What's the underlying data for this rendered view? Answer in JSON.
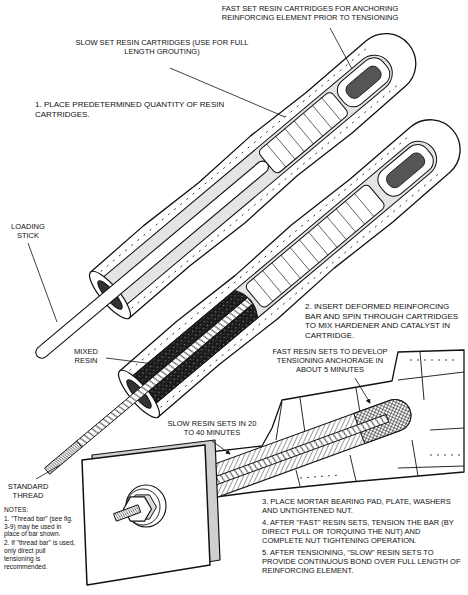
{
  "diagram": {
    "labels": [
      "FAST SET RESIN CARTRIDGES FOR ANCHORING REINFORCING ELEMENT PRIOR TO TENSIONING",
      "SLOW SET RESIN CARTRIDGES (USE FOR FULL LENGTH GROUTING)",
      "1. PLACE PREDETERMINED QUANTITY OF RESIN CARTRIDGES.",
      "LOADING STICK",
      "MIXED RESIN",
      "2. INSERT DEFORMED REINFORCING BAR AND SPIN THROUGH CARTRIDGES TO MIX HARDENER AND CATALYST IN CARTRIDGE.",
      "FAST RESIN SETS TO DEVELOP TENSIONING ANCHORAGE IN ABOUT 5 MINUTES",
      "STANDARD THREAD",
      "SLOW RESIN SETS IN 20 TO 40 MINUTES",
      "3. PLACE MORTAR BEARING PAD, PLATE, WASHERS AND UNTIGHTENED NUT.",
      "4. AFTER \"FAST\" RESIN SETS, TENSION THE BAR (BY DIRECT PULL OR TORQUING THE NUT) AND COMPLETE NUT TIGHTENING OPERATION.",
      "5. AFTER TENSIONING, \"SLOW\" RESIN SETS TO PROVIDE CONTINUOUS BOND OVER FULL LENGTH OF REINFORCING ELEMENT.",
      "NOTES:",
      "1. \"Thread bar\" (see fig. 3-9) may be used in place of bar shown.",
      "2. If \"thread bar\" is used, only direct pull tensioning is recommended."
    ]
  }
}
